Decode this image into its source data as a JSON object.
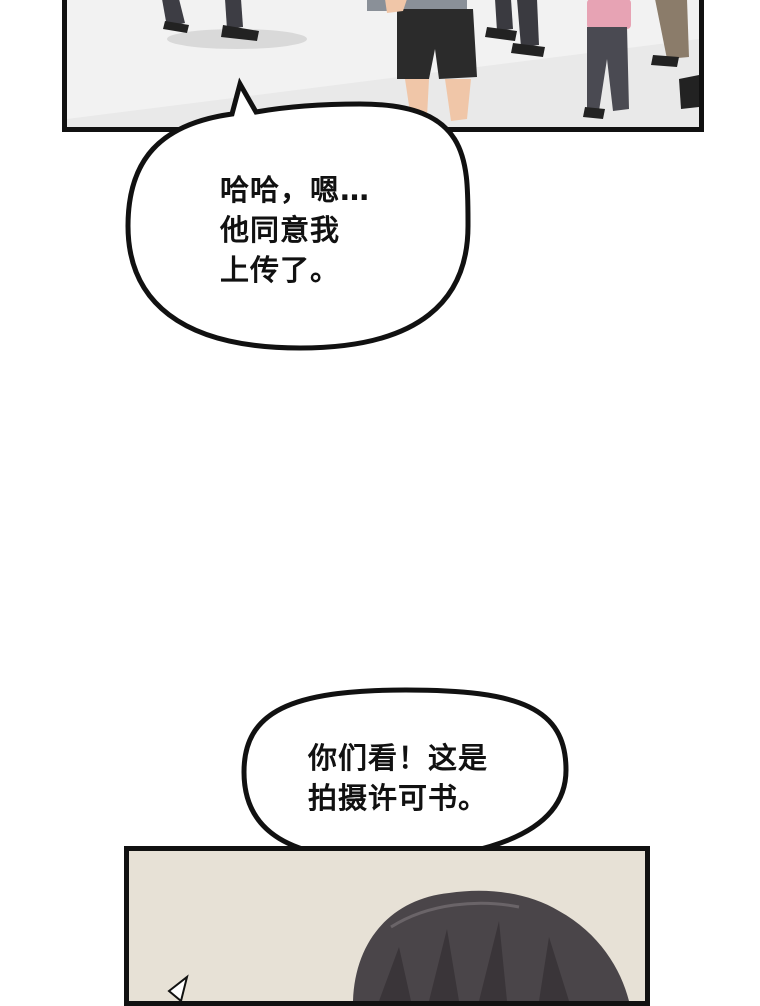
{
  "bubbles": [
    {
      "lines": [
        "哈哈，嗯…",
        "他同意我",
        "上传了。"
      ]
    },
    {
      "lines": [
        "你们看！这是",
        "拍摄许可书。"
      ]
    }
  ],
  "colors": {
    "ink": "#111111",
    "top_panel_bg": "#e9e9e9",
    "bottom_panel_bg": "#e7e1d6",
    "hair": "#4a4549"
  }
}
